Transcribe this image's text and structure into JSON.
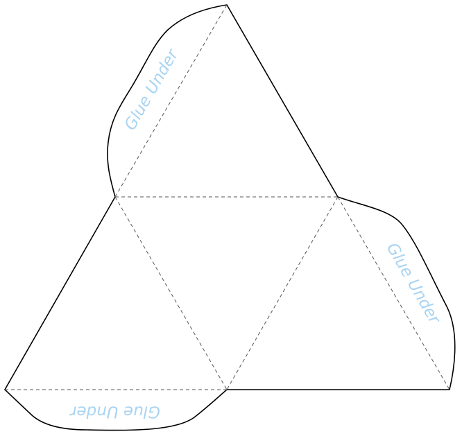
{
  "diagram": {
    "tab_labels": {
      "top_left": "Glue Under",
      "right": "Glue Under",
      "bottom": "Glue Under"
    },
    "colors": {
      "cut_line": "#000000",
      "fold_line": "#555555",
      "tab_text": "#a9d4f2"
    }
  }
}
